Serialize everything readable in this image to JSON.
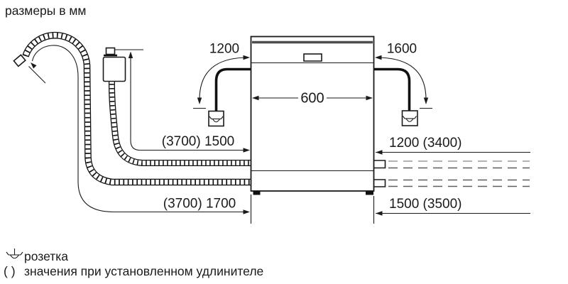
{
  "title": "размеры в мм",
  "diagram": {
    "machine": {
      "width_label": "600"
    },
    "left": {
      "power_cable_length": "1200",
      "supply_hose_length": "(3700) 1500",
      "drain_hose_length": "(3700) 1700"
    },
    "right": {
      "power_cable_length": "1600",
      "supply_hose_length": "1200 (3400)",
      "drain_hose_length": "1500 (3500)"
    }
  },
  "legend": {
    "socket_label": "розетка",
    "extension_symbol": "( )",
    "extension_label": "значения при установленном удлинителе"
  },
  "colors": {
    "line": "#1a1a1a",
    "worktop_band": "#4d4d4d",
    "dashed_hose": "#5f5f5f",
    "background": "#ffffff"
  }
}
